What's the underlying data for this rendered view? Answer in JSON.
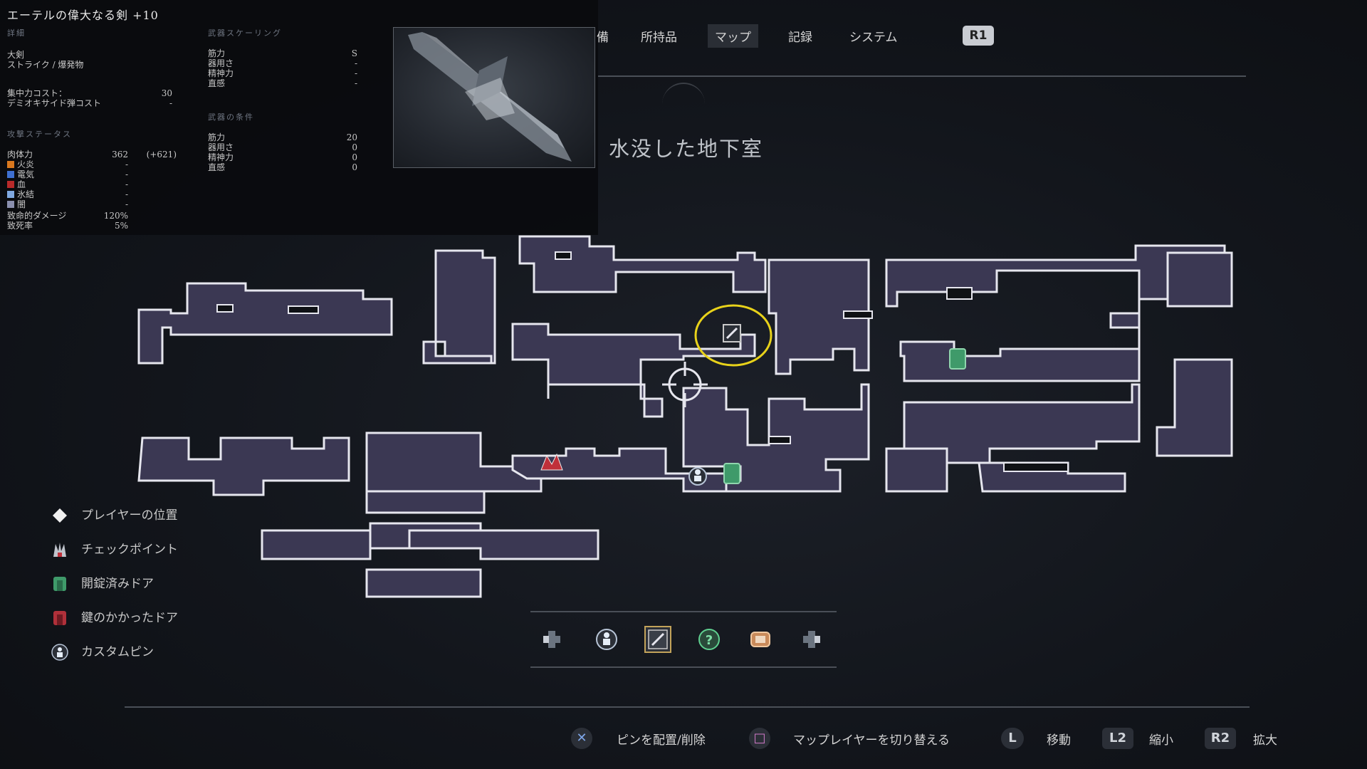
{
  "weapon": {
    "name": "エーテルの偉大なる剣 +10",
    "details_heading": "詳細",
    "category": "大剣",
    "damage_type": "ストライク / 爆発物",
    "focus_cost_label": "集中力コスト：",
    "focus_cost_value": "30",
    "ammo_cost_label": "デミオキサイド弾コスト",
    "ammo_cost_value": "-",
    "attack_heading": "攻撃ステータス",
    "attack_stats": [
      {
        "label": "肉体力",
        "value": "362",
        "bonus": "(+621)",
        "icon": "physical"
      },
      {
        "label": "火炎",
        "value": "-",
        "bonus": "",
        "icon": "fire-icon"
      },
      {
        "label": "電気",
        "value": "-",
        "bonus": "",
        "icon": "electric-icon"
      },
      {
        "label": "血",
        "value": "-",
        "bonus": "",
        "icon": "blood-icon"
      },
      {
        "label": "氷結",
        "value": "-",
        "bonus": "",
        "icon": "frost-icon"
      },
      {
        "label": "闇",
        "value": "-",
        "bonus": "",
        "icon": "dark-icon"
      },
      {
        "label": "致命的ダメージ",
        "value": "120%",
        "bonus": "",
        "icon": ""
      },
      {
        "label": "致死率",
        "value": "5%",
        "bonus": "",
        "icon": ""
      }
    ],
    "scaling_heading": "武器スケーリング",
    "scaling": [
      {
        "label": "筋力",
        "value": "S"
      },
      {
        "label": "器用さ",
        "value": "-"
      },
      {
        "label": "精神力",
        "value": "-"
      },
      {
        "label": "直感",
        "value": "-"
      }
    ],
    "requirements_heading": "武器の条件",
    "requirements": [
      {
        "label": "筋力",
        "value": "20"
      },
      {
        "label": "器用さ",
        "value": "0"
      },
      {
        "label": "精神力",
        "value": "0"
      },
      {
        "label": "直感",
        "value": "0"
      }
    ]
  },
  "tabs": {
    "equipment_partial": "備",
    "inventory": "所持品",
    "map": "マップ",
    "records": "記録",
    "system": "システム",
    "next_button": "R1"
  },
  "area_name": "水没した地下室",
  "legend": [
    {
      "label": "プレイヤーの位置",
      "icon": "player-position-icon"
    },
    {
      "label": "チェックポイント",
      "icon": "checkpoint-icon"
    },
    {
      "label": "開錠済みドア",
      "icon": "unlocked-door-icon"
    },
    {
      "label": "鍵のかかったドア",
      "icon": "locked-door-icon"
    },
    {
      "label": "カスタムピン",
      "icon": "custom-pin-icon"
    }
  ],
  "filter_icons": [
    "dpad-left-icon",
    "custom-pin-filter-icon",
    "weapon-filter-icon",
    "question-filter-icon",
    "item-filter-icon",
    "dpad-right-icon"
  ],
  "bottom_prompts": [
    {
      "button": "✕",
      "label": "ピンを配置/削除"
    },
    {
      "button": "□",
      "label": "マップレイヤーを切り替える"
    },
    {
      "button": "L",
      "label": "移動"
    },
    {
      "button": "L2",
      "label": "縮小"
    },
    {
      "button": "R2",
      "label": "拡大"
    }
  ],
  "colors": {
    "room_fill": "#3b3853",
    "room_border": "#e6e6ee",
    "highlight_ring": "#e8d21a",
    "unlocked_door": "#3f9a6a",
    "checkpoint": "#c0303a"
  }
}
